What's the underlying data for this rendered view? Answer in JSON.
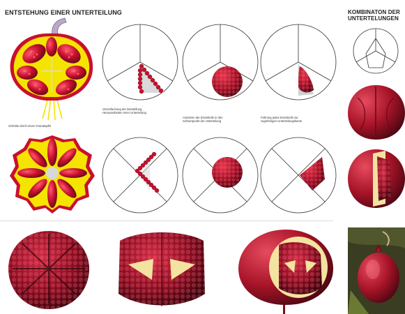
{
  "headings": {
    "main": "ENTSTEHUNG EINER UNTERTEILUNG",
    "side_line1": "KOMBINATON DER",
    "side_line2": "UNTERTELUNGEN"
  },
  "captions": {
    "cap1": "Schnitte durch einen Granatapfel",
    "cap2_line1": "Vereinfachung der Darstellung,",
    "cap2_line2": "Herausarbeiten einer Unterteilung",
    "cap3_line1": "Ansetzen der Einzelteile in den",
    "cap3_line2": "Schwerpunkt der Unterteilung",
    "cap4_line1": "Führung jedes Einzelteils zur",
    "cap4_line2": "zugehörigen Unterteilungskante"
  },
  "colors": {
    "fruit_yellow": "#f5e400",
    "fruit_red": "#c8102e",
    "seed_dark": "#7a0c1e",
    "seed_mid": "#a81428",
    "line": "#333333",
    "skin": "#b81930",
    "pith": "#f3e3a0",
    "photo_bg": "#3a3d22"
  }
}
